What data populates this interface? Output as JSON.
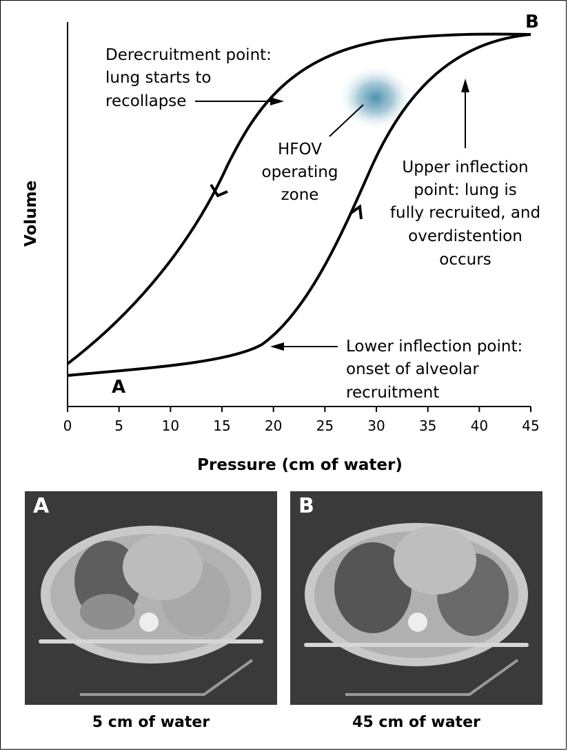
{
  "chart": {
    "y_axis_title": "Volume",
    "x_axis_title": "Pressure (cm of water)",
    "x_ticks": [
      "0",
      "5",
      "10",
      "15",
      "20",
      "25",
      "30",
      "35",
      "40",
      "45"
    ],
    "point_a": "A",
    "point_b": "B",
    "annotations": {
      "derecruitment": [
        "Derecruitment point:",
        "lung starts to",
        "recollapse"
      ],
      "hfov": [
        "HFOV",
        "operating",
        "zone"
      ],
      "upper": [
        "Upper inflection",
        "point: lung is",
        "fully recruited, and",
        "overdistention",
        "occurs"
      ],
      "lower": [
        "Lower inflection point:",
        "onset of alveolar",
        "recruitment"
      ]
    }
  },
  "chart_data": {
    "type": "line",
    "xlim": [
      0,
      45
    ],
    "ylim": [
      0,
      1
    ],
    "series": [
      {
        "x": [
          0,
          5,
          10,
          15,
          19,
          22,
          25,
          28,
          31,
          35,
          40,
          45
        ],
        "y": [
          0.03,
          0.04,
          0.055,
          0.08,
          0.12,
          0.25,
          0.42,
          0.6,
          0.76,
          0.88,
          0.96,
          1.0
        ]
      },
      {
        "x": [
          0,
          5,
          10,
          15,
          20,
          25,
          30,
          35,
          40,
          45
        ],
        "y": [
          0.07,
          0.22,
          0.38,
          0.58,
          0.78,
          0.9,
          0.95,
          0.98,
          0.99,
          1.0
        ]
      }
    ]
  },
  "panels": [
    {
      "letter": "A",
      "caption": "5 cm of water"
    },
    {
      "letter": "B",
      "caption": "45 cm of water"
    }
  ],
  "colors": {
    "hfov_zone": "#4a90ad",
    "ct_bg": "#3a3a3a"
  }
}
